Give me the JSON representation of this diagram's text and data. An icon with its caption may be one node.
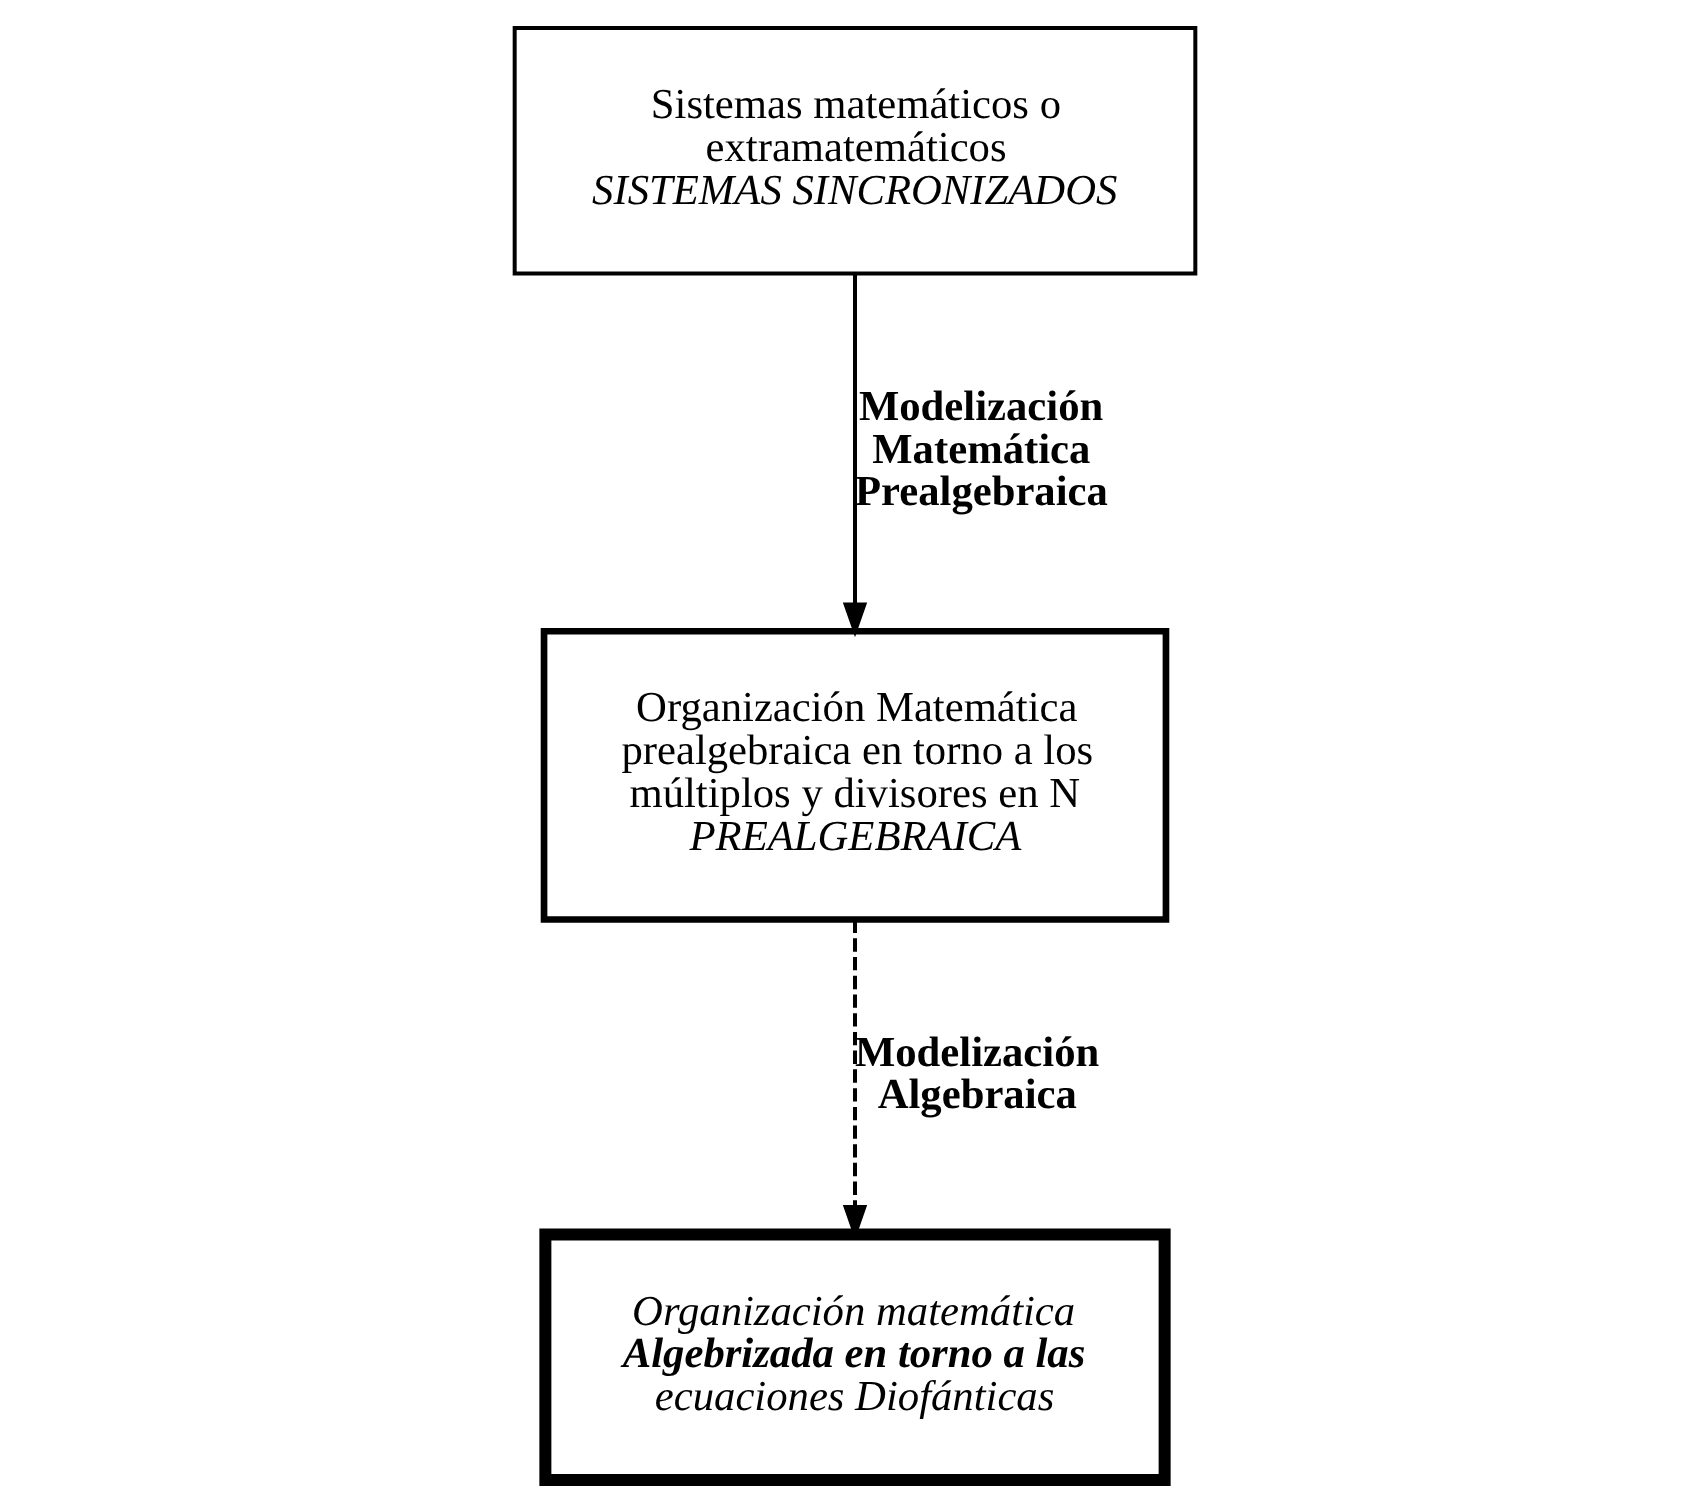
{
  "diagram": {
    "nodes": [
      {
        "text": [
          "Sistemas matemáticos o extramatemáticos",
          "SISTEMAS SINCRONIZADOS"
        ]
      },
      {
        "text": [
          "Organización Matemática prealgebraica en torno a los múltiplos y divisores en N",
          "PREALGEBRAICA"
        ]
      },
      {
        "text": [
          "Organización matemática **Algebrizada en torno a las** ecuaciones Diofánticas"
        ]
      }
    ],
    "edges": [
      {
        "from": 0,
        "to": 1,
        "arrow": "to",
        "label": "Modelización Matemática Prealgebraica"
      },
      {
        "from": 1,
        "to": 2,
        "arrow": "to",
        "label": "Modelización Algebraica",
        "style": "dashed"
      }
    ]
  }
}
